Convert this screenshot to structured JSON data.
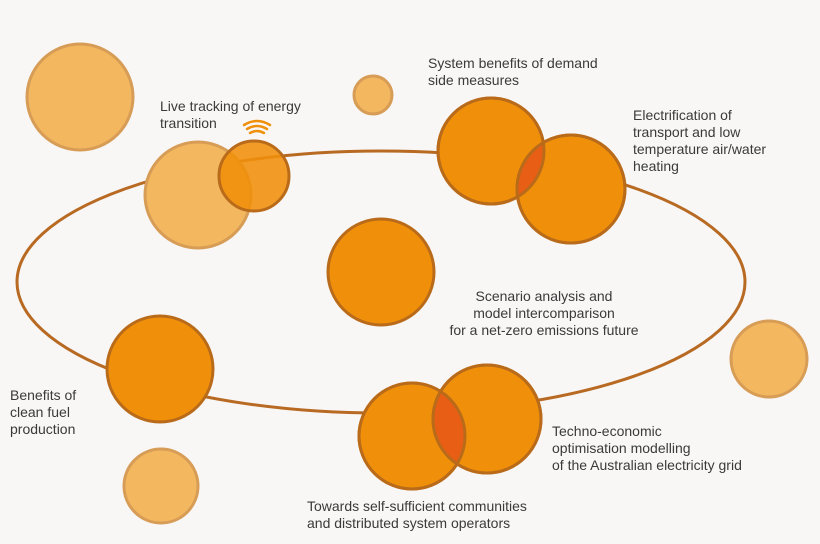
{
  "colors": {
    "background": "#f8f7f6",
    "ring": "#b86a22",
    "circle_dark": "#f0900a",
    "circle_dark_stroke": "#b96b1a",
    "circle_light": "#f2b75f",
    "circle_light_stroke": "#d79c55",
    "overlap": "#e75e14",
    "signal": "#f0900a",
    "text": "#3a3a3a"
  },
  "icons": {
    "signal": "wifi-signal-icon"
  },
  "labels": {
    "live_tracking": "Live tracking of energy\ntransition",
    "system_benefits": "System benefits of demand\nside measures",
    "electrification": "Electrification of\ntransport and low\ntemperature air/water\nheating",
    "scenario": "Scenario analysis and\nmodel intercomparison\nfor a net-zero emissions future",
    "clean_fuel": "Benefits of\nclean fuel\nproduction",
    "techno_economic": "Techno-economic\noptimisation modelling\nof the Australian electricity grid",
    "self_sufficient": "Towards self-sufficient communities\nand distributed system operators"
  }
}
